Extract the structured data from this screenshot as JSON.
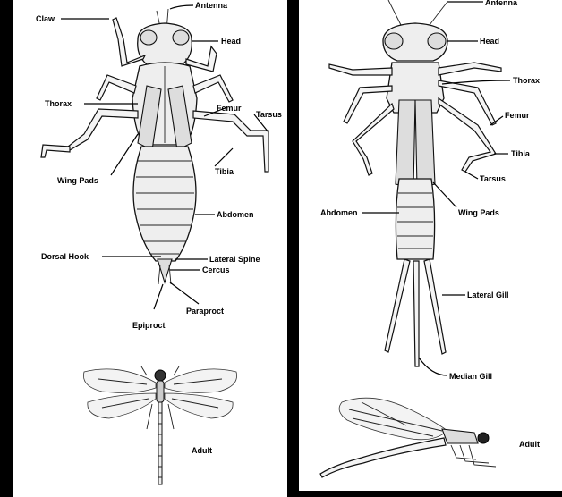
{
  "dragonfly": {
    "labels": {
      "claw": "Claw",
      "antenna": "Antenna",
      "head": "Head",
      "thorax": "Thorax",
      "femur": "Femur",
      "tarsus": "Tarsus",
      "wing_pads": "Wing Pads",
      "tibia": "Tibia",
      "abdomen": "Abdomen",
      "dorsal_hook": "Dorsal Hook",
      "lateral_spine": "Lateral Spine",
      "cercus": "Cercus",
      "paraproct": "Paraproct",
      "epiproct": "Epiproct",
      "adult": "Adult"
    }
  },
  "damselfly": {
    "labels": {
      "antenna": "Antenna",
      "head": "Head",
      "thorax": "Thorax",
      "femur": "Femur",
      "tibia": "Tibia",
      "tarsus": "Tarsus",
      "abdomen": "Abdomen",
      "wing_pads": "Wing Pads",
      "lateral_gill": "Lateral Gill",
      "median_gill": "Median Gill",
      "adult": "Adult"
    }
  }
}
